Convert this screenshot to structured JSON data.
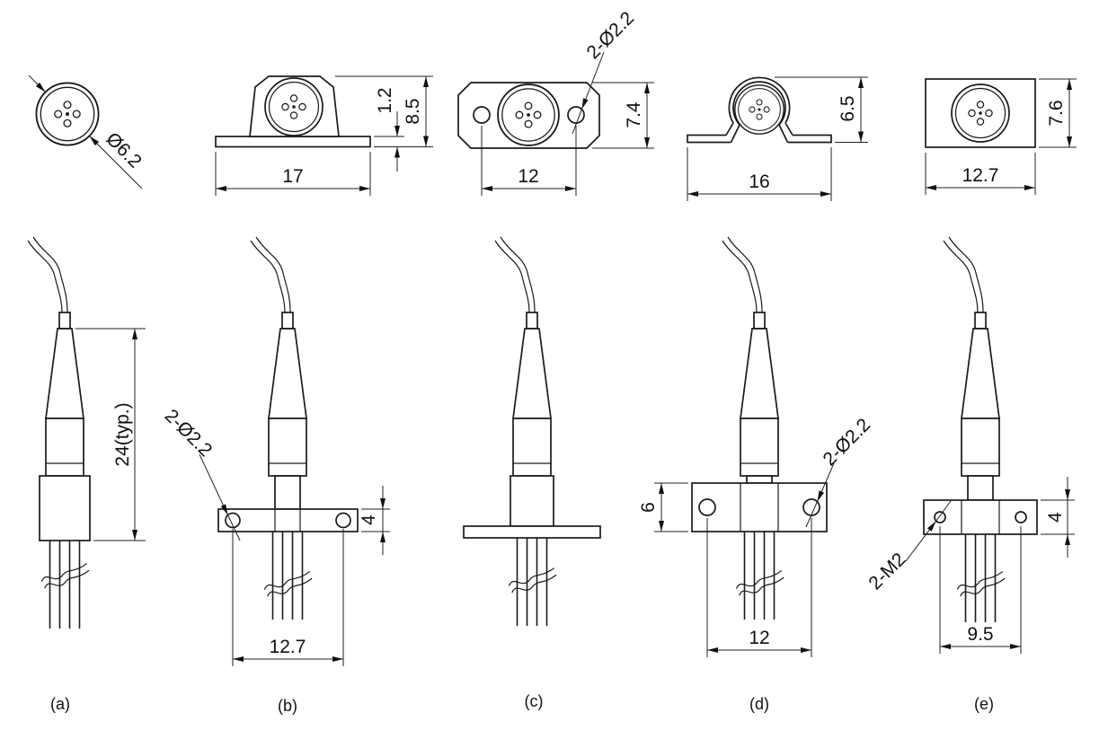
{
  "drawing": {
    "background": "#ffffff",
    "line_color": "#1a1a1a",
    "panels": [
      {
        "label": "(a)",
        "dims": {
          "diameter": "Ø6.2",
          "body_length": "24(typ.)"
        }
      },
      {
        "label": "(b)",
        "dims": {
          "base_thickness": "1.2",
          "height": "8.5",
          "width": "17",
          "holes": "2-Ø2.2",
          "flange_thickness": "4",
          "hole_spacing": "12.7"
        }
      },
      {
        "label": "(c)",
        "dims": {
          "holes": "2-Ø2.2",
          "height": "7.4",
          "hole_spacing": "12"
        }
      },
      {
        "label": "(d)",
        "dims": {
          "height": "6.5",
          "width": "16",
          "flange_height": "6",
          "holes": "2-Ø2.2",
          "hole_spacing": "12"
        }
      },
      {
        "label": "(e)",
        "dims": {
          "height": "7.6",
          "width": "12.7",
          "screw_holes": "2-M2",
          "flange_thickness": "4",
          "hole_spacing": "9.5"
        }
      }
    ]
  }
}
